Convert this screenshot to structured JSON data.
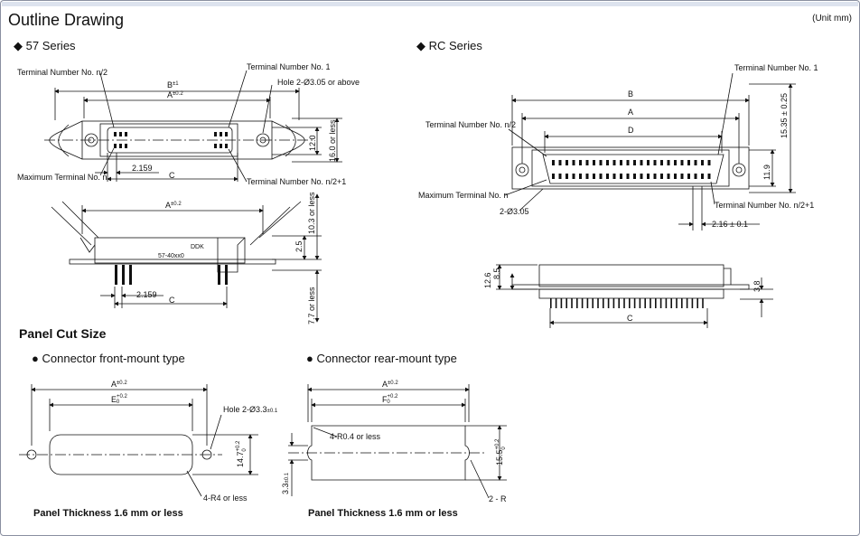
{
  "title": "Outline Drawing",
  "unit": "(Unit mm)",
  "series57": {
    "heading": "57 Series",
    "term_n2": "Terminal Number No. n/2",
    "term_1": "Terminal Number No. 1",
    "hole": "Hole 2-Ø3.05 or above",
    "max_term": "Maximum Terminal No. n",
    "term_n21": "Terminal Number No. n/2+1",
    "dim_B": "B",
    "dim_B_tol": "±1",
    "dim_A": "A",
    "dim_A_tol": "±0.2",
    "dim_12": "12.0",
    "dim_16": "16.0 or less",
    "dim_2159": "2.159",
    "dim_C": "C",
    "side_A": "A",
    "side_A_tol": "±0.2",
    "dim_103": "10.3 or less",
    "dim_25": "2.5",
    "label_ddk": "DDK",
    "label_part": "57-40xx0",
    "side_2159": "2.159",
    "side_C": "C",
    "dim_77": "7.7 or less"
  },
  "rc": {
    "heading": "RC Series",
    "term_1": "Terminal Number No. 1",
    "term_n2": "Terminal Number No. n/2",
    "max_term": "Maximum Terminal No. n",
    "hole": "2-Ø3.05",
    "term_n21": "Terminal Number No. n/2+1",
    "dim_B": "B",
    "dim_A": "A",
    "dim_D": "D",
    "dim_1535": "15.35 ± 0.25",
    "dim_119": "11.9",
    "dim_216": "2.16 ± 0.1",
    "dim_126": "12.6",
    "dim_85": "8.5",
    "dim_38": "3.8",
    "dim_C": "C"
  },
  "panel": {
    "heading": "Panel Cut Size",
    "front": {
      "heading": "Connector front-mount type",
      "dim_A": "A",
      "dim_A_tol": "±0.2",
      "dim_E": "E",
      "dim_E_tol_up": "+0.2",
      "dim_E_tol_lo": "0",
      "hole": "Hole 2-Ø3.3",
      "hole_tol": "±0.1",
      "dim_147": "14.7",
      "dim_147_up": "+0.2",
      "dim_147_lo": "0",
      "r4": "4-R4 or less",
      "thickness": "Panel Thickness 1.6 mm or less"
    },
    "rear": {
      "heading": "Connector rear-mount type",
      "dim_A": "A",
      "dim_A_tol": "±0.2",
      "dim_F": "F",
      "dim_F_tol_up": "+0.2",
      "dim_F_tol_lo": "0",
      "r04": "4-R0.4 or less",
      "dim_155": "15.5",
      "dim_155_up": "+0.2",
      "dim_155_lo": "0",
      "dim_33": "3.3",
      "dim_33_tol": "±0.1",
      "r2": "2 - R",
      "thickness": "Panel Thickness 1.6 mm or less"
    }
  },
  "colors": {
    "line": "#111111",
    "frame": "#8a8fa0",
    "header": "#dde3ee",
    "fill": "#ffffff"
  }
}
